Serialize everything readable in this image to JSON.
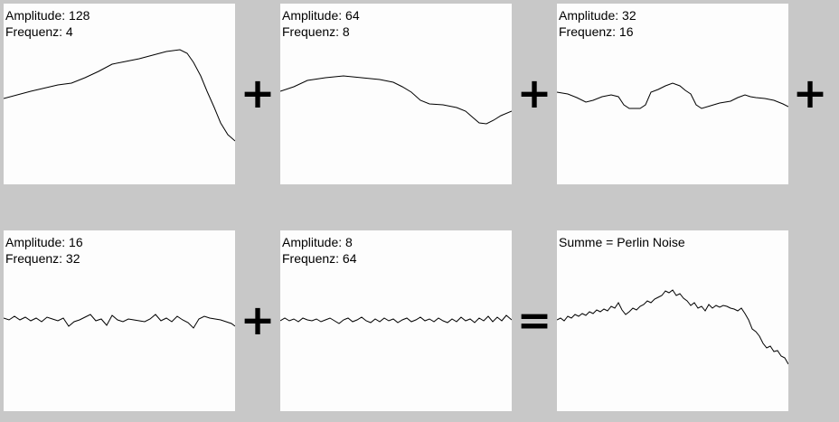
{
  "panels": [
    {
      "label1": "Amplitude: 128",
      "label2": "Frequenz: 4"
    },
    {
      "label1": "Amplitude: 64",
      "label2": "Frequenz: 8"
    },
    {
      "label1": "Amplitude: 32",
      "label2": "Frequenz: 16"
    },
    {
      "label1": "Amplitude: 16",
      "label2": "Frequenz: 32"
    },
    {
      "label1": "Amplitude: 8",
      "label2": "Frequenz: 64"
    },
    {
      "label1": "Summe = Perlin Noise",
      "label2": ""
    }
  ],
  "operators": [
    "+",
    "+",
    "+",
    "+",
    "="
  ],
  "colors": {
    "background": "#c8c8c8",
    "panel": "#fdfdfd",
    "curve": "#000000"
  }
}
